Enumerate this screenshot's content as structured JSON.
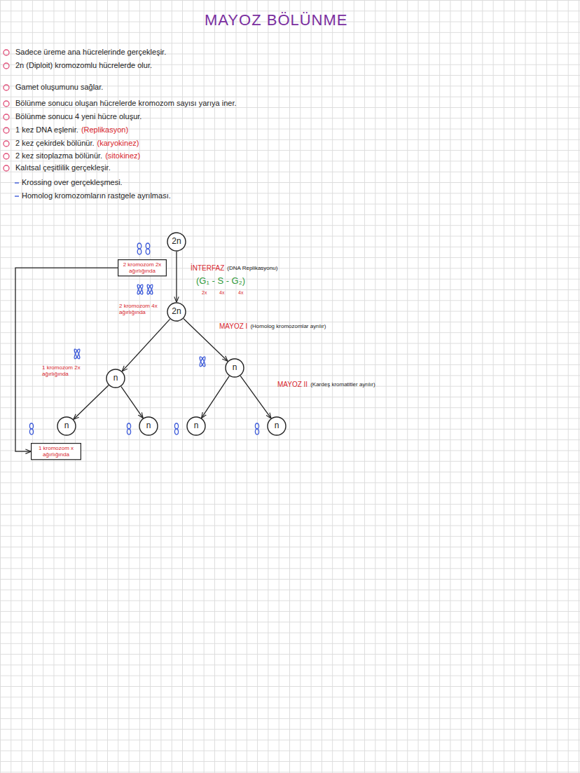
{
  "diagram": {
    "title": "MAYOZ BÖLÜNME",
    "nodes": [
      {
        "text": [
          "2n"
        ]
      },
      {
        "text": [
          "2 kromozom 2x ağırlığında"
        ]
      },
      {
        "text": [
          "2n"
        ]
      },
      {
        "text": [
          "n"
        ]
      },
      {
        "text": [
          "n"
        ]
      },
      {
        "text": [
          "n"
        ]
      },
      {
        "text": [
          "n"
        ]
      },
      {
        "text": [
          "n"
        ]
      },
      {
        "text": [
          "n"
        ]
      },
      {
        "text": [
          "1 kromozom x ağırlığında"
        ]
      }
    ],
    "edges": [
      {
        "from": 0,
        "to": 2,
        "arrow": "to"
      },
      {
        "from": 2,
        "to": 3,
        "arrow": "to"
      },
      {
        "from": 2,
        "to": 4,
        "arrow": "to"
      },
      {
        "from": 3,
        "to": 5,
        "arrow": "to"
      },
      {
        "from": 3,
        "to": 6,
        "arrow": "to"
      },
      {
        "from": 4,
        "to": 7,
        "arrow": "to"
      },
      {
        "from": 4,
        "to": 8,
        "arrow": "to"
      },
      {
        "from": 1,
        "to": 9,
        "arrow": "to"
      }
    ],
    "labels": [
      "Sadece üreme ana hücrelerinde gerçekleşir.",
      "2n (Diploit) kromozomlu hücrelerde olur.",
      "Gamet oluşumunu sağlar.",
      "Bölünme sonucu oluşan hücrelerde kromozom sayısı yarıya iner.",
      "Bölünme sonucu 4 yeni hücre oluşur.",
      "1 kez DNA eşlenir.",
      "(Replikasyon)",
      "2 kez çekirdek bölünür.",
      "(karyokinez)",
      "2 kez sitoplazma bölünür.",
      "(sitokinez)",
      "Kalıtsal çeşitlilik gerçekleşir.",
      "Krossing over gerçekleşmesi.",
      "Homolog kromozomların rastgele ayrılması.",
      "İNTERFAZ",
      "(DNA Replikasyonu)",
      "(G₁ - S - G₂)",
      "2x",
      "4x",
      "4x",
      "2 kromozom 4x ağırlığında",
      "MAYOZ I",
      "(Homolog kromozomlar ayrılır)",
      "1 kromozom 2x ağırlığında",
      "MAYOZ II",
      "(Kardeş kromatitler ayrılır)"
    ]
  }
}
